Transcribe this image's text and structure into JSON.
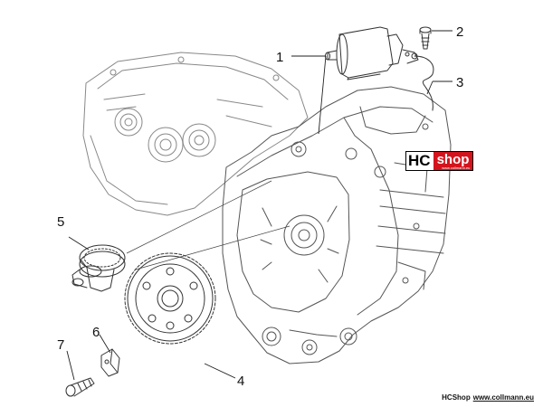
{
  "callouts": [
    {
      "number": "1",
      "part": "starter-motor"
    },
    {
      "number": "2",
      "part": "screw"
    },
    {
      "number": "3",
      "part": "cable"
    },
    {
      "number": "4",
      "part": "starter-gear"
    },
    {
      "number": "5",
      "part": "intermediate-gear"
    },
    {
      "number": "6",
      "part": "clamp"
    },
    {
      "number": "7",
      "part": "bolt"
    }
  ],
  "logo": {
    "hc": "HC",
    "shop": "shop",
    "domain": "www.collmann.eu"
  },
  "footer": {
    "brand": "HCShop",
    "url": "www.collmann.eu"
  },
  "colors": {
    "line": "#333333",
    "logo_red": "#d4141c"
  }
}
